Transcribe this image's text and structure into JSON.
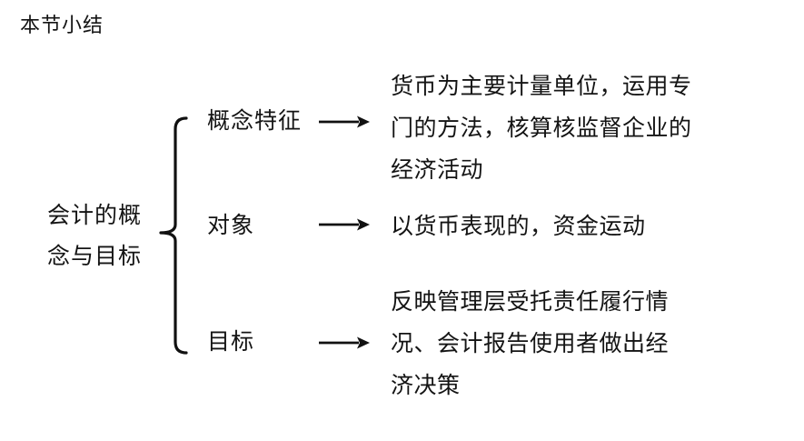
{
  "page": {
    "title": "本节小结",
    "background_color": "#ffffff",
    "text_color": "#141414"
  },
  "diagram": {
    "root": {
      "label": "会计的概念与目标",
      "lines": [
        "会计的概",
        "念与目标"
      ]
    },
    "branches": [
      {
        "label": "概念特征",
        "description": "货币为主要计量单位，运用专门的方法，核算核监督企业的经济活动",
        "lines": [
          "货币为主要计量单位，运用专",
          "门的方法，核算核监督企业的",
          "经济活动"
        ]
      },
      {
        "label": "对象",
        "description": "以货币表现的，资金运动",
        "lines": [
          "以货币表现的，资金运动"
        ]
      },
      {
        "label": "目标",
        "description": "反映管理层受托责任履行情况、会计报告使用者做出经济决策",
        "lines": [
          "反映管理层受托责任履行情",
          "况、会计报告使用者做出经",
          "济决策"
        ]
      }
    ],
    "icons": {
      "brace": "left-curly-brace",
      "arrow": "right-arrow"
    }
  }
}
